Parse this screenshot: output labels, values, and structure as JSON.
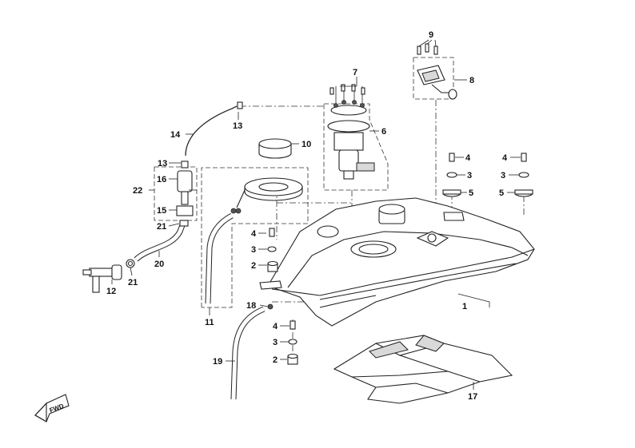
{
  "diagram": {
    "callouts": [
      {
        "id": "c1",
        "text": "1"
      },
      {
        "id": "c2a",
        "text": "2"
      },
      {
        "id": "c2b",
        "text": "2"
      },
      {
        "id": "c3a",
        "text": "3"
      },
      {
        "id": "c3b",
        "text": "3"
      },
      {
        "id": "c3c",
        "text": "3"
      },
      {
        "id": "c3d",
        "text": "3"
      },
      {
        "id": "c4a",
        "text": "4"
      },
      {
        "id": "c4b",
        "text": "4"
      },
      {
        "id": "c4c",
        "text": "4"
      },
      {
        "id": "c4d",
        "text": "4"
      },
      {
        "id": "c5a",
        "text": "5"
      },
      {
        "id": "c5b",
        "text": "5"
      },
      {
        "id": "c6",
        "text": "6"
      },
      {
        "id": "c7",
        "text": "7"
      },
      {
        "id": "c8",
        "text": "8"
      },
      {
        "id": "c9",
        "text": "9"
      },
      {
        "id": "c10",
        "text": "10"
      },
      {
        "id": "c11",
        "text": "11"
      },
      {
        "id": "c12",
        "text": "12"
      },
      {
        "id": "c13a",
        "text": "13"
      },
      {
        "id": "c13b",
        "text": "13"
      },
      {
        "id": "c14",
        "text": "14"
      },
      {
        "id": "c15",
        "text": "15"
      },
      {
        "id": "c16",
        "text": "16"
      },
      {
        "id": "c17",
        "text": "17"
      },
      {
        "id": "c18",
        "text": "18"
      },
      {
        "id": "c19",
        "text": "19"
      },
      {
        "id": "c20",
        "text": "20"
      },
      {
        "id": "c21a",
        "text": "21"
      },
      {
        "id": "c21b",
        "text": "21"
      },
      {
        "id": "c22",
        "text": "22"
      }
    ],
    "direction_label": "FWD"
  }
}
